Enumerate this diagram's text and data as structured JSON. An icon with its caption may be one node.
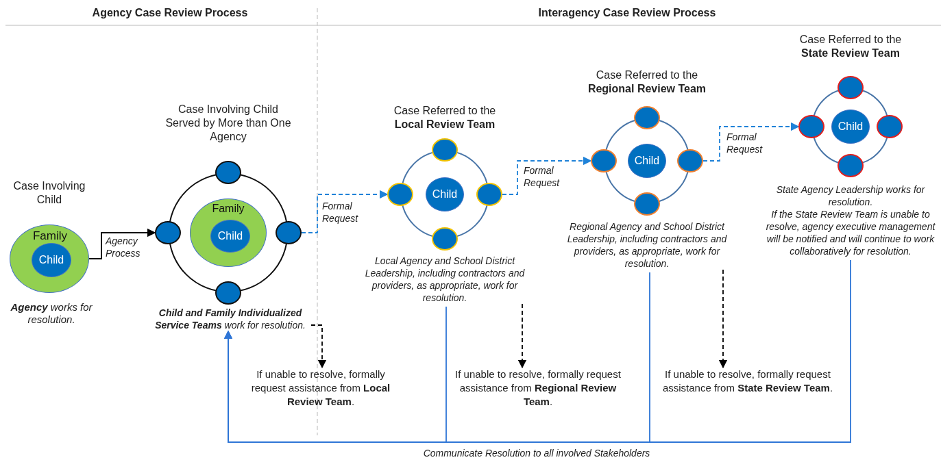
{
  "diagram": {
    "nodes": [
      {
        "text": [
          "Case Involving Child",
          "Family"
        ],
        "beside": [
          "**Agency** works for resolution."
        ]
      },
      {
        "text": [
          "Child"
        ],
        "in": 0
      },
      {
        "text": [
          "Case Involving Child Served by More than One Agency"
        ]
      },
      {
        "text": [
          "Family"
        ],
        "in": 2
      },
      {
        "text": [
          "Child"
        ],
        "in": 3
      },
      {
        "text": [],
        "shape": "circle"
      },
      {
        "text": [],
        "shape": "circle"
      },
      {
        "text": [],
        "shape": "circle"
      },
      {
        "text": [],
        "shape": "circle"
      },
      {
        "text": [
          "**Child and Family Individualized Service Teams** work for resolution."
        ]
      },
      {
        "text": [
          "If unable to resolve, formally request assistance from **Local Review Team**."
        ]
      },
      {
        "text": [
          "Case Referred to the **Local Review Team**"
        ]
      },
      {
        "text": [
          "Child"
        ],
        "in": 11
      },
      {
        "text": [],
        "shape": "circle"
      },
      {
        "text": [],
        "shape": "circle"
      },
      {
        "text": [],
        "shape": "circle"
      },
      {
        "text": [],
        "shape": "circle"
      },
      {
        "text": [
          "Local Agency and School District Leadership, including contractors and providers, as appropriate, work for resolution."
        ]
      },
      {
        "text": [
          "If unable to resolve, formally request assistance from **Regional Review Team**."
        ]
      },
      {
        "text": [
          "Case Referred to the **Regional Review Team**"
        ]
      },
      {
        "text": [
          "Child"
        ],
        "in": 19
      },
      {
        "text": [],
        "shape": "circle"
      },
      {
        "text": [],
        "shape": "circle"
      },
      {
        "text": [],
        "shape": "circle"
      },
      {
        "text": [],
        "shape": "circle"
      },
      {
        "text": [
          "Regional Agency and School District Leadership, including contractors and providers, as appropriate, work for resolution."
        ]
      },
      {
        "text": [
          "If unable to resolve, formally request assistance from **State Review Team**."
        ]
      },
      {
        "text": [
          "Case Referred to the **State Review Team**"
        ]
      },
      {
        "text": [
          "Child"
        ],
        "in": 27
      },
      {
        "text": [],
        "shape": "circle"
      },
      {
        "text": [],
        "shape": "circle"
      },
      {
        "text": [],
        "shape": "circle"
      },
      {
        "text": [],
        "shape": "circle"
      },
      {
        "text": [
          "State Agency Leadership works for resolution.",
          "If the State Review Team is unable to resolve, agency executive management will be notified and will continue to work collaboratively for resolution."
        ]
      }
    ],
    "edges": [
      {
        "from": 0,
        "to": 6,
        "arrow": "to",
        "label": "Agency Process",
        "color": "#000000"
      },
      {
        "from": 7,
        "to": 14,
        "arrow": "to",
        "label": "Formal Request",
        "style": "dashed",
        "color": "#1f82d8"
      },
      {
        "from": 15,
        "to": 22,
        "arrow": "to",
        "label": "Formal Request",
        "style": "dashed",
        "color": "#1f82d8"
      },
      {
        "from": 23,
        "to": 30,
        "arrow": "to",
        "label": "Formal Request",
        "style": "dashed",
        "color": "#1f82d8"
      },
      {
        "from": 9,
        "to": 10,
        "arrow": "to",
        "style": "dashed",
        "color": "#000000"
      },
      {
        "from": 17,
        "to": 18,
        "arrow": "to",
        "style": "dashed",
        "color": "#000000"
      },
      {
        "from": 25,
        "to": 26,
        "arrow": "to",
        "style": "dashed",
        "color": "#000000"
      },
      {
        "from": 17,
        "to": 9,
        "arrow": "to",
        "color": "#2e75d6"
      },
      {
        "from": 25,
        "to": 9,
        "arrow": "to",
        "color": "#2e75d6"
      },
      {
        "from": 33,
        "to": 9,
        "arrow": "to",
        "color": "#2e75d6"
      }
    ],
    "labels": [
      "Agency Case Review Process",
      "Interagency Case Review Process",
      "Communicate Resolution to all involved Stakeholders"
    ]
  }
}
